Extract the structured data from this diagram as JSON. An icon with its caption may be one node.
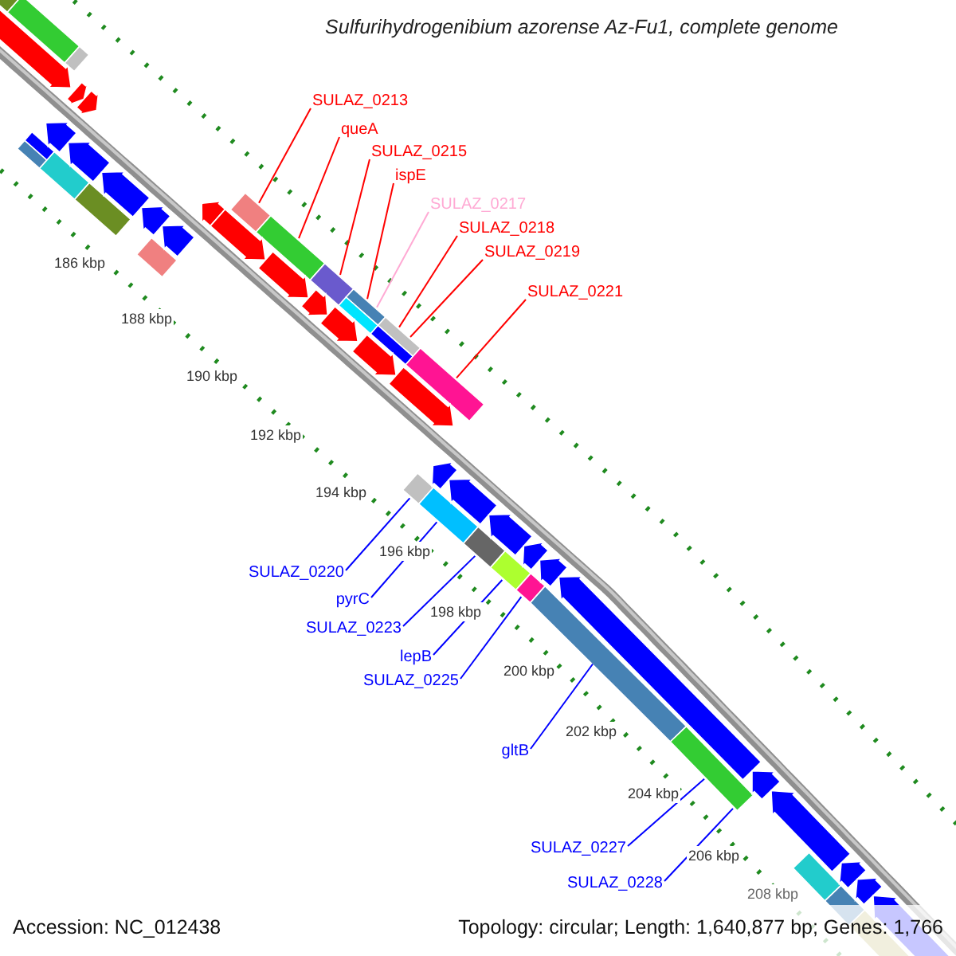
{
  "diagram": {
    "title": "Sulfurihydrogenibium azorense Az-Fu1, complete genome",
    "nodes": [
      {
        "text": [
          "SULAZ_0213"
        ]
      },
      {
        "text": [
          "queA"
        ]
      },
      {
        "text": [
          "SULAZ_0215"
        ]
      },
      {
        "text": [
          "ispE"
        ]
      },
      {
        "text": [
          "SULAZ_0217"
        ]
      },
      {
        "text": [
          "SULAZ_0218"
        ]
      },
      {
        "text": [
          "SULAZ_0219"
        ]
      },
      {
        "text": [
          "SULAZ_0221"
        ]
      },
      {
        "text": [
          "SULAZ_0220"
        ]
      },
      {
        "text": [
          "pyrC"
        ]
      },
      {
        "text": [
          "SULAZ_0223"
        ]
      },
      {
        "text": [
          "lepB"
        ]
      },
      {
        "text": [
          "SULAZ_0225"
        ]
      },
      {
        "text": [
          "gltB"
        ]
      },
      {
        "text": [
          "SULAZ_0227"
        ]
      },
      {
        "text": [
          "SULAZ_0228"
        ]
      }
    ],
    "edges": [
      {
        "from": 0,
        "to": null,
        "arrow": "none",
        "color": "#ff0000"
      },
      {
        "from": 1,
        "to": null,
        "arrow": "none",
        "color": "#ff0000"
      },
      {
        "from": 2,
        "to": null,
        "arrow": "none",
        "color": "#ff0000"
      },
      {
        "from": 3,
        "to": null,
        "arrow": "none",
        "color": "#ff0000"
      },
      {
        "from": 4,
        "to": null,
        "arrow": "none",
        "color": "#ffaad4"
      },
      {
        "from": 5,
        "to": null,
        "arrow": "none",
        "color": "#ff0000"
      },
      {
        "from": 6,
        "to": null,
        "arrow": "none",
        "color": "#ff0000"
      },
      {
        "from": 7,
        "to": null,
        "arrow": "none",
        "color": "#ff0000"
      },
      {
        "from": 8,
        "to": null,
        "arrow": "none",
        "color": "#0000ff"
      },
      {
        "from": 9,
        "to": null,
        "arrow": "none",
        "color": "#0000ff"
      },
      {
        "from": 10,
        "to": null,
        "arrow": "none",
        "color": "#0000ff"
      },
      {
        "from": 11,
        "to": null,
        "arrow": "none",
        "color": "#0000ff"
      },
      {
        "from": 12,
        "to": null,
        "arrow": "none",
        "color": "#0000ff"
      },
      {
        "from": 13,
        "to": null,
        "arrow": "none",
        "color": "#0000ff"
      },
      {
        "from": 14,
        "to": null,
        "arrow": "none",
        "color": "#0000ff"
      },
      {
        "from": 15,
        "to": null,
        "arrow": "none",
        "color": "#0000ff"
      }
    ],
    "labels": [
      "186 kbp",
      "188 kbp",
      "190 kbp",
      "192 kbp",
      "194 kbp",
      "196 kbp",
      "198 kbp",
      "200 kbp",
      "202 kbp",
      "204 kbp",
      "206 kbp",
      "208 kbp",
      "Accession: NC_012438",
      "Topology: circular; Length: 1,640,877 bp; Genes: 1,766"
    ]
  }
}
